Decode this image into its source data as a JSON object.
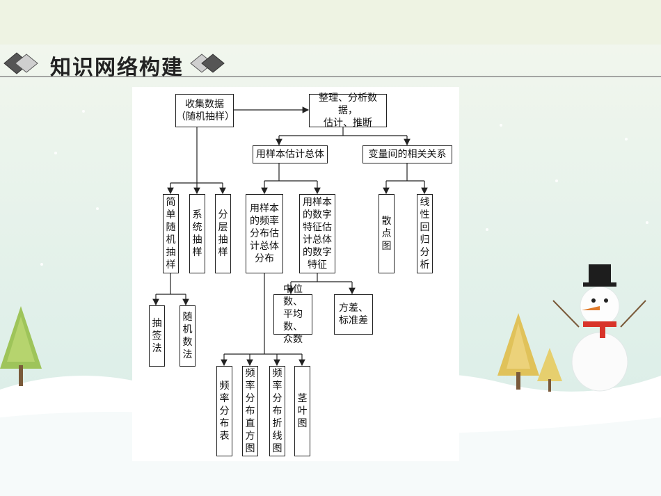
{
  "header": {
    "title": "知识网络构建"
  },
  "diagram": {
    "collect": "收集数据\n（随机抽样）",
    "organize": "整理、分析数据，\n估计、推断",
    "sample_estimate": "用样本估计总体",
    "correlation": "变量间的相关关系",
    "simple_random": "简\n单\n随\n机\n抽\n样",
    "systematic": "系\n统\n抽\n样",
    "stratified": "分\n层\n抽\n样",
    "freq_dist": "用样本\n的频率\n分布估\n计总体\n分布",
    "numeric_char": "用样本\n的数字\n特征估\n计总体\n的数字\n特征",
    "scatter": "散\n点\n图",
    "regression": "线\n性\n回\n归\n分\n析",
    "lottery": "抽\n签\n法",
    "random_number": "随\n机\n数\n法",
    "median_mean_mode": "中位数、\n平均数、\n众数",
    "variance_std": "方差、\n标准差",
    "freq_table": "频\n率\n分\n布\n表",
    "histogram": "频\n率\n分\n布\n直\n方\n图",
    "polygon": "频\n率\n分\n布\n折\n线\n图",
    "stem_leaf": "茎\n叶\n图"
  }
}
